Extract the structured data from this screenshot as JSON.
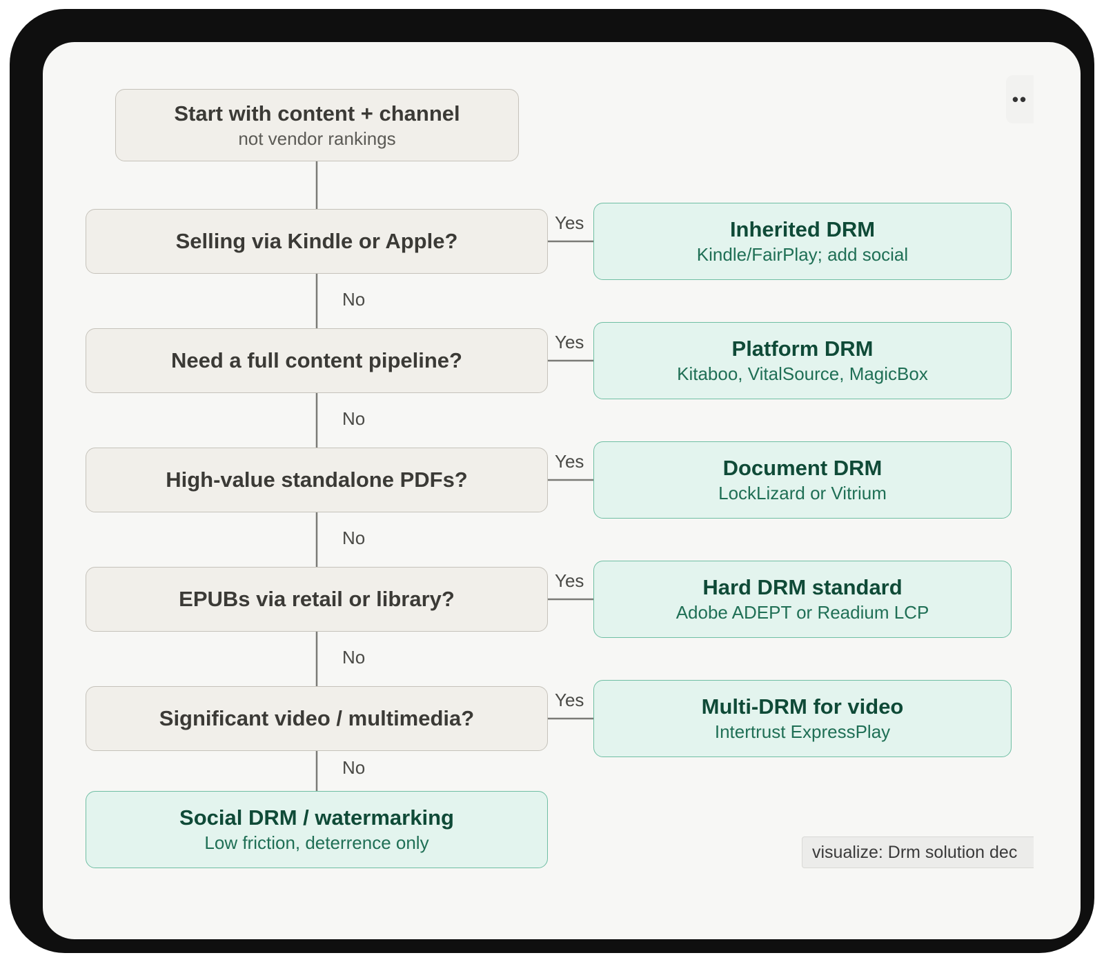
{
  "menu": {
    "icon": "more-icon",
    "label": "••"
  },
  "caption": "visualize: Drm solution dec",
  "labels": {
    "yes": "Yes",
    "no": "No"
  },
  "start": {
    "title": "Start with content + channel",
    "subtitle": "not vendor rankings"
  },
  "questions": [
    {
      "text": "Selling via Kindle or Apple?"
    },
    {
      "text": "Need a full content pipeline?"
    },
    {
      "text": "High-value standalone PDFs?"
    },
    {
      "text": "EPUBs via retail or library?"
    },
    {
      "text": "Significant video / multimedia?"
    }
  ],
  "outcomes": [
    {
      "title": "Inherited DRM",
      "subtitle": "Kindle/FairPlay; add social"
    },
    {
      "title": "Platform DRM",
      "subtitle": "Kitaboo, VitalSource, MagicBox"
    },
    {
      "title": "Document DRM",
      "subtitle": "LockLizard or Vitrium"
    },
    {
      "title": "Hard DRM standard",
      "subtitle": "Adobe ADEPT or Readium LCP"
    },
    {
      "title": "Multi-DRM for video",
      "subtitle": "Intertrust ExpressPlay"
    }
  ],
  "fallback": {
    "title": "Social DRM / watermarking",
    "subtitle": "Low friction, deterrence only"
  },
  "colors": {
    "neutral_fill": "#f1efea",
    "neutral_border": "#c5c2ba",
    "result_fill": "#e3f4ee",
    "result_border": "#6fbea3",
    "result_text": "#0f4a37",
    "connector": "#7a7a76"
  }
}
